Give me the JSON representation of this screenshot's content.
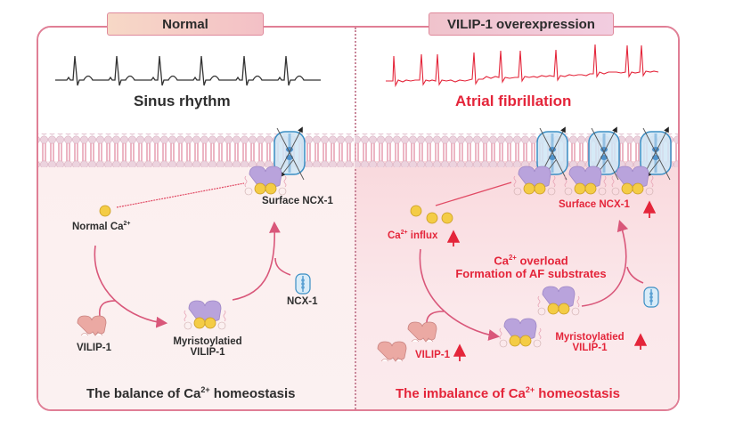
{
  "panels": {
    "normal": {
      "tab_label": "Normal",
      "rhythm_label": "Sinus rhythm",
      "calcium_label": "Normal Ca",
      "calcium_sup": "2+",
      "surface_ncx_label": "Surface NCX-1",
      "ncx_label": "NCX-1",
      "vilip_label": "VILIP-1",
      "myristoylated_label_line1": "Myristoylatied",
      "myristoylated_label_line2": "VILIP-1",
      "footer_prefix": "The balance of Ca",
      "footer_sup": "2+",
      "footer_suffix": " homeostasis"
    },
    "overexpression": {
      "tab_label": "VILIP-1 overexpression",
      "rhythm_label": "Atrial fibrillation",
      "calcium_prefix": "Ca",
      "calcium_sup": "2+",
      "calcium_suffix": " influx",
      "surface_ncx_label": "Surface NCX-1",
      "overload_prefix": "Ca",
      "overload_sup": "2+",
      "overload_suffix": " overload",
      "af_substrate_label": "Formation of AF substrates",
      "vilip_label": "VILIP-1",
      "myristoylated_label_line1": "Myristoylatied",
      "myristoylated_label_line2": "VILIP-1",
      "footer_prefix": "The imbalance of Ca",
      "footer_sup": "2+",
      "footer_suffix": " homeostasis",
      "up_arrow": "↑"
    }
  },
  "colors": {
    "border": "#e07f96",
    "text_dark": "#2e2e2e",
    "text_red": "#e4253a",
    "arrow_pink": "#d9577a",
    "ncx_blue": "#3a8ec4",
    "vilip_purple": "#b9a3dc",
    "calcium_yellow": "#f4cc45",
    "vilip_pink": "#e9a9a4"
  }
}
